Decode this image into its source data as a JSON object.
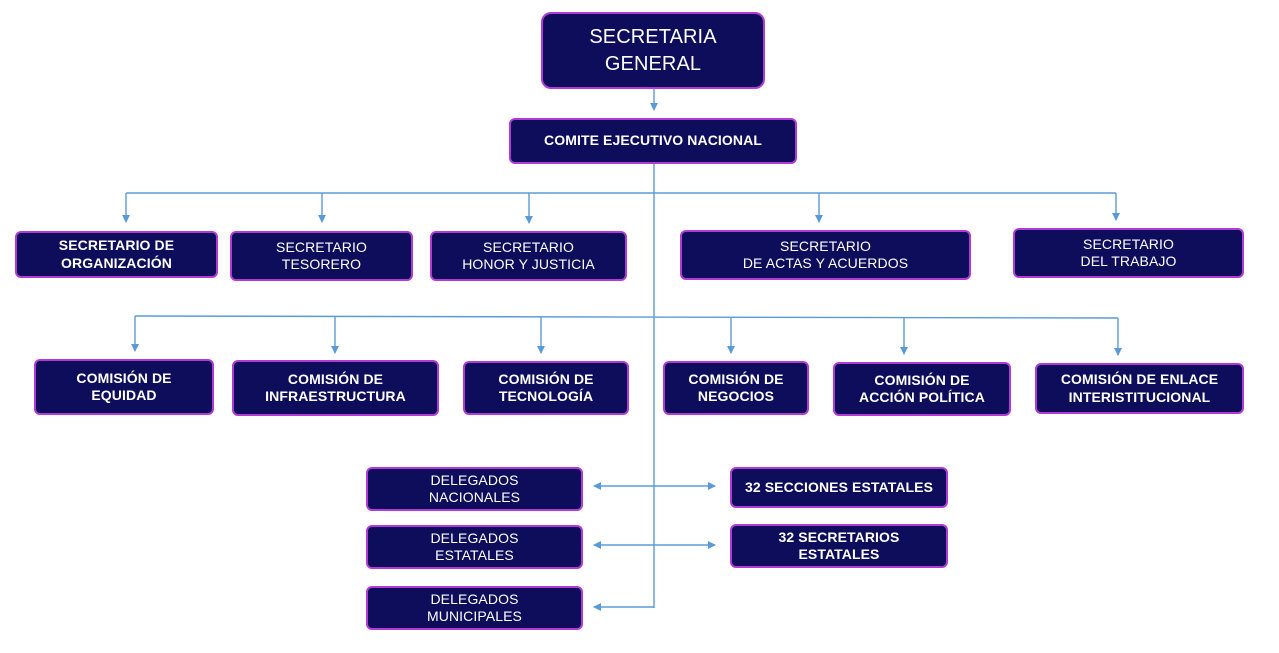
{
  "org_chart": {
    "root": "SECRETARIA\nGENERAL",
    "committee": "COMITE EJECUTIVO NACIONAL",
    "secretaries": [
      "SECRETARIO DE\nORGANIZACIÓN",
      "SECRETARIO\nTESORERO",
      "SECRETARIO\nHONOR Y JUSTICIA",
      "SECRETARIO\nDE ACTAS Y ACUERDOS",
      "SECRETARIO\nDEL TRABAJO"
    ],
    "commissions": [
      "COMISIÓN DE\nEQUIDAD",
      "COMISIÓN DE\nINFRAESTRUCTURA",
      "COMISIÓN DE\nTECNOLOGÍA",
      "COMISIÓN DE\nNEGOCIOS",
      "COMISIÓN DE\nACCIÓN POLÍTICA",
      "COMISIÓN DE ENLACE\nINTERISTITUCIONAL"
    ],
    "delegates": [
      "DELEGADOS\nNACIONALES",
      "DELEGADOS\nESTATALES",
      "DELEGADOS\nMUNICIPALES"
    ],
    "state_units": [
      "32 SECCIONES ESTATALES",
      "32 SECRETARIOS\nESTATALES"
    ],
    "colors": {
      "box_fill": "#0d0d5c",
      "box_border": "#b23bd6",
      "text": "#ffffff",
      "connector": "#5b9bd5"
    }
  }
}
